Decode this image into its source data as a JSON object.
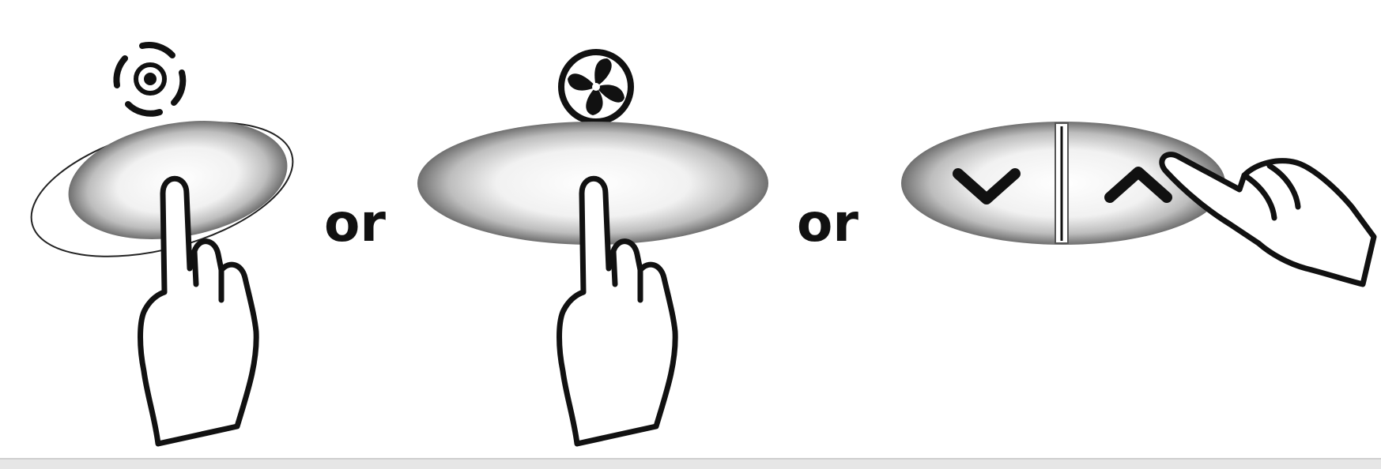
{
  "separators": [
    "or",
    "or"
  ],
  "options": [
    {
      "name": "swing-button",
      "icon": "swing-icon"
    },
    {
      "name": "fan-speed-button",
      "icon": "fan-icon"
    },
    {
      "name": "up-down-button",
      "icon": "chevron-icons",
      "left_symbol": "chevron-down",
      "right_symbol": "chevron-up"
    }
  ],
  "colors": {
    "ink": "#111111",
    "button_fill": "#f4f4f4",
    "button_edge": "#8a8a8a",
    "background": "#ffffff"
  }
}
